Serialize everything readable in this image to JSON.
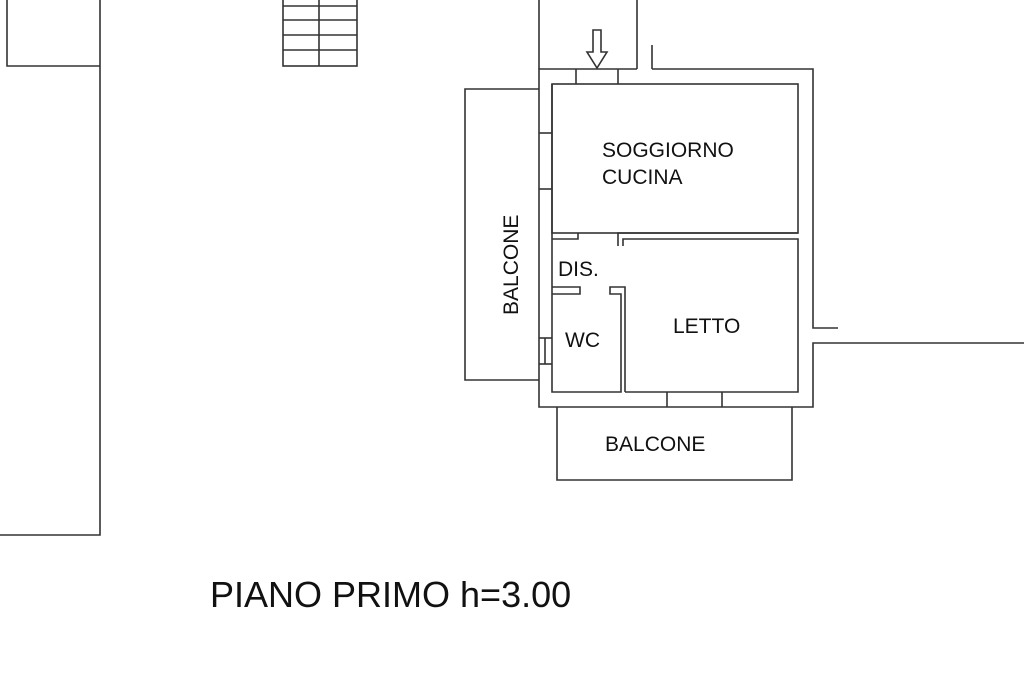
{
  "title": "PIANO PRIMO h=3.00",
  "rooms": {
    "living_line1": "SOGGIORNO",
    "living_line2": "CUCINA",
    "hall": "DIS.",
    "bath": "WC",
    "bedroom": "LETTO",
    "balcony_left": "BALCONE",
    "balcony_bottom": "BALCONE"
  },
  "colors": {
    "line": "#333333",
    "background": "#ffffff"
  }
}
